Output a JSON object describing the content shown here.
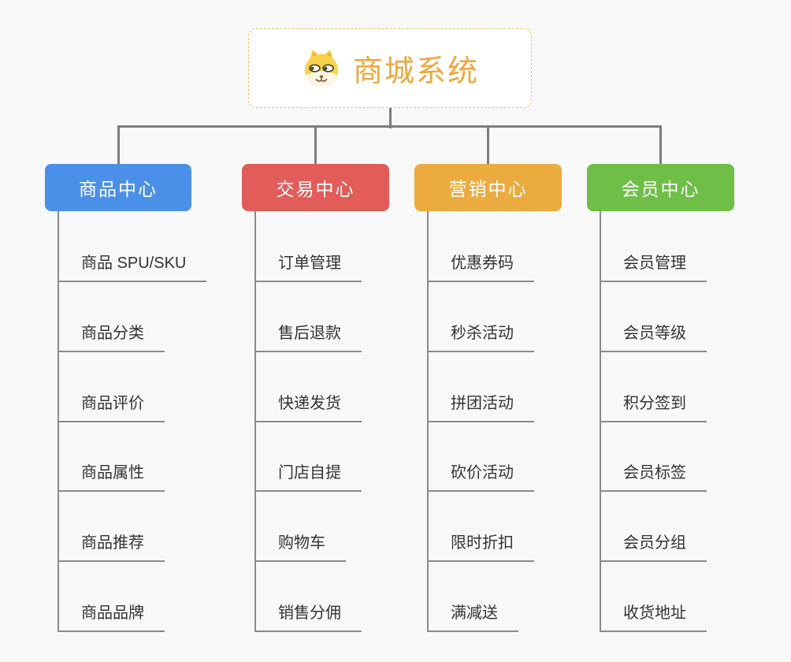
{
  "root": {
    "title": "商城系统",
    "icon": "dog-mascot-icon",
    "title_color": "#f0a63c",
    "border_color": "#f0bc6a"
  },
  "branches": [
    {
      "label": "商品中心",
      "color": "#4b90e8",
      "children": [
        "商品 SPU/SKU",
        "商品分类",
        "商品评价",
        "商品属性",
        "商品推荐",
        "商品品牌"
      ]
    },
    {
      "label": "交易中心",
      "color": "#e25c59",
      "children": [
        "订单管理",
        "售后退款",
        "快递发货",
        "门店自提",
        "购物车",
        "销售分佣"
      ]
    },
    {
      "label": "营销中心",
      "color": "#ecab3e",
      "children": [
        "优惠券码",
        "秒杀活动",
        "拼团活动",
        "砍价活动",
        "限时折扣",
        "满减送"
      ]
    },
    {
      "label": "会员中心",
      "color": "#6ebe47",
      "children": [
        "会员管理",
        "会员等级",
        "积分签到",
        "会员标签",
        "会员分组",
        "收货地址"
      ]
    }
  ],
  "colors": {
    "connector": "#7d7d7d",
    "leaf_line": "#8a8a8a",
    "leaf_text": "#333333",
    "background": "#f8f8f8"
  }
}
